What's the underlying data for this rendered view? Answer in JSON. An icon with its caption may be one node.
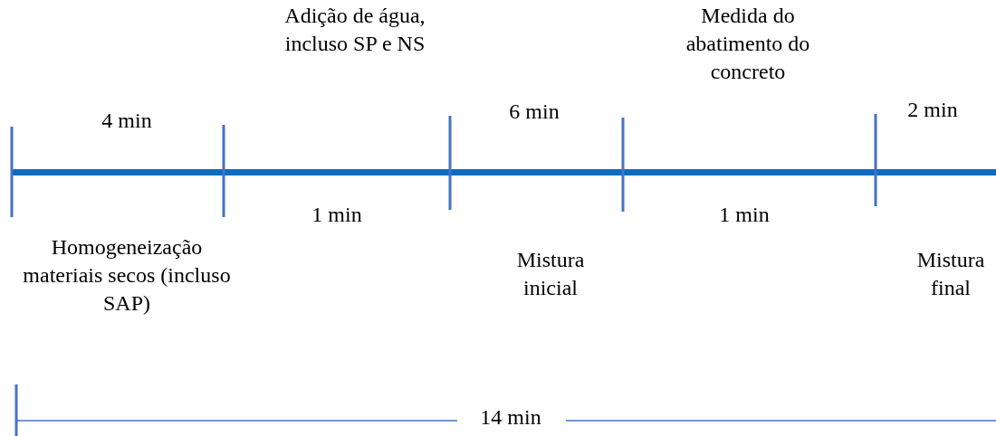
{
  "diagram": {
    "labels": [
      "Adição de água, incluso SP e NS",
      "Medida do abatimento do concreto",
      "4 min",
      "6 min",
      "2 min",
      "1 min",
      "1 min",
      "Homogeneização materiais secos (incluso SAP)",
      "Mistura inicial",
      "Mistura final",
      "14 min"
    ]
  }
}
